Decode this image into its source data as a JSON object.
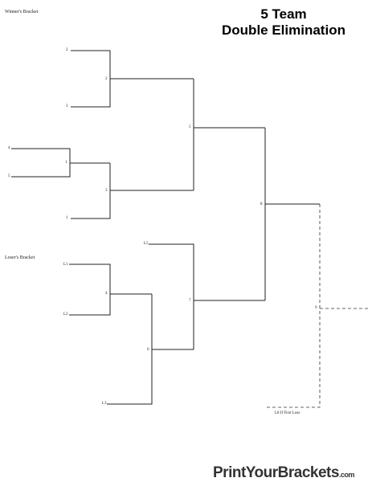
{
  "title": {
    "line1": "5 Team",
    "line2": "Double Elimination"
  },
  "winners_label": "Winner's Bracket",
  "losers_label": "Loser's Bracket",
  "seeds": {
    "s2": "2",
    "s3": "3",
    "s4": "4",
    "s5": "5",
    "s1": "1"
  },
  "games": {
    "g1": "1",
    "g2": "2",
    "g3": "3",
    "g5": "5",
    "g8": "8",
    "g4": "4",
    "g6": "6",
    "g7": "7",
    "g9": "9"
  },
  "loser_slots": {
    "l1": "L1",
    "l2": "L2",
    "l3": "L3",
    "l5": "L5"
  },
  "final_note": "L8 If First Loss",
  "brand": {
    "name": "PrintYourBrackets",
    "domain": ".com"
  }
}
